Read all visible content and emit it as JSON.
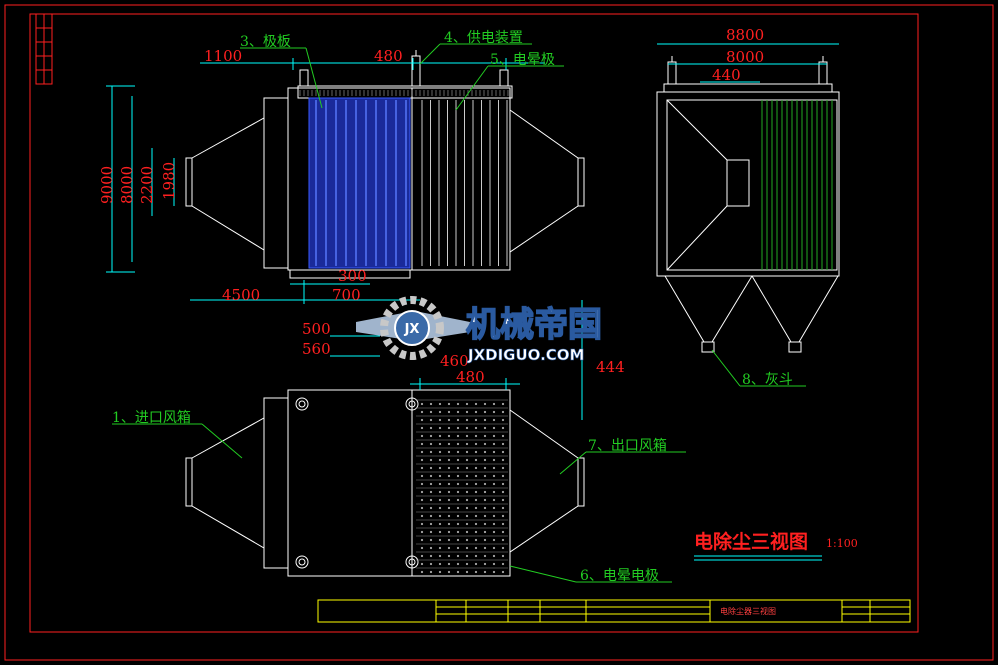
{
  "drawing": {
    "title": "电除尘三视图",
    "scale": "1:100",
    "block_title": "电除尘器三视图"
  },
  "labels": {
    "plate": "3、极板",
    "power": "4、供电装置",
    "corona1": "5、电晕极",
    "inlet": "1、进口风箱",
    "outlet": "7、出口风箱",
    "corona2": "6、电晕电极",
    "hopper": "8、灰斗"
  },
  "dims": {
    "d1100": "1100",
    "d480a": "480",
    "d9000": "9000",
    "d8000v": "8000",
    "d2200": "2200",
    "d1980": "1980",
    "d300": "300",
    "d4500": "4500",
    "d700": "700",
    "d500": "500",
    "d560": "560",
    "d460": "460",
    "d480b": "480",
    "d444": "444",
    "d8800": "8800",
    "d8000h": "8000",
    "d440": "440"
  },
  "watermark": {
    "cn": "机械帝国",
    "url": "JXDIGUO.COM",
    "badge": "JX"
  },
  "colors": {
    "background": "#000000",
    "frame": "#ff2020",
    "linework": "#ffffff",
    "dimension": "#00ffff",
    "label": "#22cc22",
    "plate_fill": "#1a2a9a",
    "title_block": "#ffff00"
  }
}
